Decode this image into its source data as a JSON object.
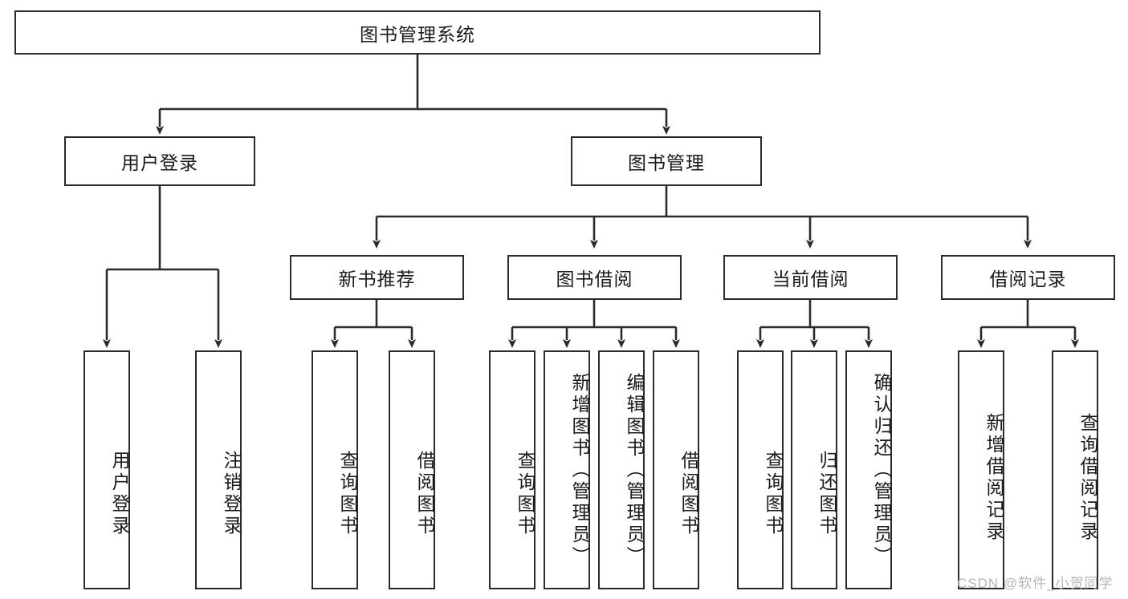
{
  "diagram": {
    "type": "tree-hierarchy",
    "root": {
      "id": "root",
      "label": "图书管理系统"
    },
    "level2": [
      {
        "id": "user-login",
        "label": "用户登录"
      },
      {
        "id": "book-management",
        "label": "图书管理"
      }
    ],
    "level3": [
      {
        "id": "new-book-recommend",
        "label": "新书推荐",
        "parent": "book-management"
      },
      {
        "id": "book-borrow",
        "label": "图书借阅",
        "parent": "book-management"
      },
      {
        "id": "current-borrow",
        "label": "当前借阅",
        "parent": "book-management"
      },
      {
        "id": "borrow-record",
        "label": "借阅记录",
        "parent": "book-management"
      }
    ],
    "leaves": [
      {
        "id": "leaf-user-login",
        "label": "用户登录",
        "parent": "user-login"
      },
      {
        "id": "leaf-logout-login",
        "label": "注销登录",
        "parent": "user-login"
      },
      {
        "id": "leaf-query-book-1",
        "label": "查询图书",
        "parent": "new-book-recommend"
      },
      {
        "id": "leaf-borrow-book-1",
        "label": "借阅图书",
        "parent": "new-book-recommend"
      },
      {
        "id": "leaf-query-book-2",
        "label": "查询图书",
        "parent": "book-borrow"
      },
      {
        "id": "leaf-add-book",
        "label": "新增图书（管理员）",
        "parent": "book-borrow"
      },
      {
        "id": "leaf-edit-book",
        "label": "编辑图书（管理员）",
        "parent": "book-borrow"
      },
      {
        "id": "leaf-borrow-book-2",
        "label": "借阅图书",
        "parent": "book-borrow"
      },
      {
        "id": "leaf-query-book-3",
        "label": "查询图书",
        "parent": "current-borrow"
      },
      {
        "id": "leaf-return-book",
        "label": "归还图书",
        "parent": "current-borrow"
      },
      {
        "id": "leaf-confirm-return",
        "label": "确认归还（管理员）",
        "parent": "current-borrow"
      },
      {
        "id": "leaf-add-record",
        "label": "新增借阅记录",
        "parent": "borrow-record"
      },
      {
        "id": "leaf-query-record",
        "label": "查询借阅记录",
        "parent": "borrow-record"
      }
    ],
    "colors": {
      "stroke": "#2b2b2b",
      "fill": "#ffffff",
      "text": "#1a1a1a",
      "watermark": "#b6b6b6"
    }
  },
  "watermark": {
    "text": "CSDN @软件_小贺同学"
  }
}
